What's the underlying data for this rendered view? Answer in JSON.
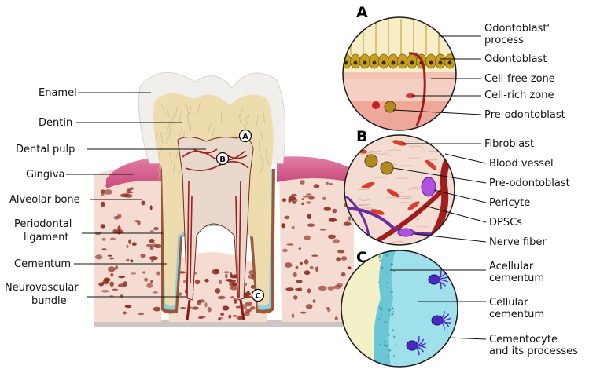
{
  "tooth_labels": {
    "enamel": "Enamel",
    "dentin": "Dentin",
    "dental_pulp": "Dental pulp",
    "gingiva": "Gingiva",
    "alveolar_bone": "Alveolar bone",
    "periodontal_ligament_1": "Periodontal",
    "periodontal_ligament_2": "ligament",
    "cementum": "Cementum",
    "neurovascular_bundle_1": "Neurovascular",
    "neurovascular_bundle_2": "bundle"
  },
  "markers": {
    "a": "A",
    "b": "B",
    "c": "C"
  },
  "panel_a": {
    "letter": "A",
    "labels": {
      "odontoblast_process_1": "Odontoblast'",
      "odontoblast_process_2": "process",
      "odontoblast": "Odontoblast",
      "cell_free_zone": "Cell-free zone",
      "cell_rich_zone": "Cell-rich zone",
      "pre_odontoblast": "Pre-odontoblast"
    }
  },
  "panel_b": {
    "letter": "B",
    "labels": {
      "fibroblast": "Fibroblast",
      "blood_vessel": "Blood vessel",
      "pre_odontoblast": "Pre-odontoblast",
      "pericyte": "Pericyte",
      "dpscs": "DPSCs",
      "nerve_fiber": "Nerve fiber"
    }
  },
  "panel_c": {
    "letter": "C",
    "labels": {
      "acellular_cementum_1": "Acellular",
      "acellular_cementum_2": "cementum",
      "cellular_cementum_1": "Cellular",
      "cellular_cementum_2": "cementum",
      "cementocyte_1": "Cementocyte",
      "cementocyte_2": "and its processes"
    }
  },
  "colors": {
    "enamel": "#f1efec",
    "dentin": "#ecdcae",
    "pulp": "#e9d8cc",
    "gingiva": "#d25c8b",
    "bone": "#f4dcd2",
    "bone_pore": "#8a2a1c",
    "cementum": "#8fd0de",
    "vessel": "#a01e1e",
    "nerve": "#6a2aa0",
    "odontoblast": "#c8a020",
    "cellular_cementum": "#9fe0ea",
    "cementocyte": "#4a2ac0"
  }
}
